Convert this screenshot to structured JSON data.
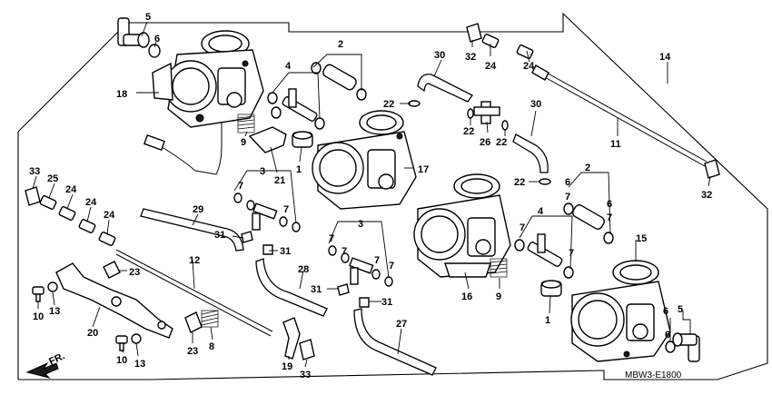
{
  "diagram": {
    "code": "MBW3-E1800",
    "direction_label": "FR."
  },
  "callouts": [
    {
      "id": "c5a",
      "text": "5"
    },
    {
      "id": "c6a",
      "text": "6"
    },
    {
      "id": "c18",
      "text": "18"
    },
    {
      "id": "c2a",
      "text": "2"
    },
    {
      "id": "c4a",
      "text": "4"
    },
    {
      "id": "c9a",
      "text": "9"
    },
    {
      "id": "c1a",
      "text": "1"
    },
    {
      "id": "c21",
      "text": "21"
    },
    {
      "id": "c17",
      "text": "17"
    },
    {
      "id": "c32a",
      "text": "32"
    },
    {
      "id": "c24a",
      "text": "24"
    },
    {
      "id": "c24b",
      "text": "24"
    },
    {
      "id": "c30a",
      "text": "30"
    },
    {
      "id": "c22a",
      "text": "22"
    },
    {
      "id": "c22b",
      "text": "22"
    },
    {
      "id": "c26",
      "text": "26"
    },
    {
      "id": "c22c",
      "text": "22"
    },
    {
      "id": "c30b",
      "text": "30"
    },
    {
      "id": "c14",
      "text": "14"
    },
    {
      "id": "c11",
      "text": "11"
    },
    {
      "id": "c32b",
      "text": "32"
    },
    {
      "id": "c22d",
      "text": "22"
    },
    {
      "id": "c2b",
      "text": "2"
    },
    {
      "id": "c6b",
      "text": "6"
    },
    {
      "id": "c6c",
      "text": "6"
    },
    {
      "id": "c7a",
      "text": "7"
    },
    {
      "id": "c7b",
      "text": "7"
    },
    {
      "id": "c33a",
      "text": "33"
    },
    {
      "id": "c25",
      "text": "25"
    },
    {
      "id": "c24c",
      "text": "24"
    },
    {
      "id": "c24d",
      "text": "24"
    },
    {
      "id": "c24e",
      "text": "24"
    },
    {
      "id": "c29",
      "text": "29"
    },
    {
      "id": "c3a",
      "text": "3"
    },
    {
      "id": "c31a",
      "text": "31"
    },
    {
      "id": "c31b",
      "text": "31"
    },
    {
      "id": "c3b",
      "text": "3"
    },
    {
      "id": "c7c",
      "text": "7"
    },
    {
      "id": "c7d",
      "text": "7"
    },
    {
      "id": "c7e",
      "text": "7"
    },
    {
      "id": "c7f",
      "text": "7"
    },
    {
      "id": "c7g",
      "text": "7"
    },
    {
      "id": "c4b",
      "text": "4"
    },
    {
      "id": "c7h",
      "text": "7"
    },
    {
      "id": "c15",
      "text": "15"
    },
    {
      "id": "c12",
      "text": "12"
    },
    {
      "id": "c23a",
      "text": "23"
    },
    {
      "id": "c28",
      "text": "28"
    },
    {
      "id": "c31c",
      "text": "31"
    },
    {
      "id": "c31d",
      "text": "31"
    },
    {
      "id": "c16",
      "text": "16"
    },
    {
      "id": "c9b",
      "text": "9"
    },
    {
      "id": "c1b",
      "text": "1"
    },
    {
      "id": "c10a",
      "text": "10"
    },
    {
      "id": "c13a",
      "text": "13"
    },
    {
      "id": "c20",
      "text": "20"
    },
    {
      "id": "c23b",
      "text": "23"
    },
    {
      "id": "c8",
      "text": "8"
    },
    {
      "id": "c10b",
      "text": "10"
    },
    {
      "id": "c13b",
      "text": "13"
    },
    {
      "id": "c19",
      "text": "19"
    },
    {
      "id": "c33b",
      "text": "33"
    },
    {
      "id": "c27",
      "text": "27"
    },
    {
      "id": "c5b",
      "text": "5"
    },
    {
      "id": "c6d",
      "text": "6"
    },
    {
      "id": "c6e",
      "text": "6"
    },
    {
      "id": "c7i",
      "text": "7"
    },
    {
      "id": "c7j",
      "text": "7"
    }
  ]
}
